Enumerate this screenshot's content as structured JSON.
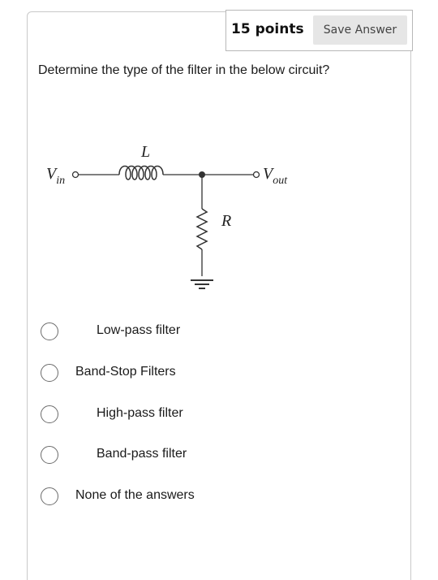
{
  "header": {
    "points": "15 points",
    "save_label": "Save Answer"
  },
  "question": {
    "text": "Determine the type of the filter in the below circuit?"
  },
  "circuit": {
    "vin_main": "V",
    "vin_sub": "in",
    "vout_main": "V",
    "vout_sub": "out",
    "inductor_label": "L",
    "resistor_label": "R"
  },
  "options": [
    {
      "label": "Low-pass filter"
    },
    {
      "label": "Band-Stop Filters"
    },
    {
      "label": "High-pass filter"
    },
    {
      "label": "Band-pass filter"
    },
    {
      "label": "None of the answers"
    }
  ]
}
